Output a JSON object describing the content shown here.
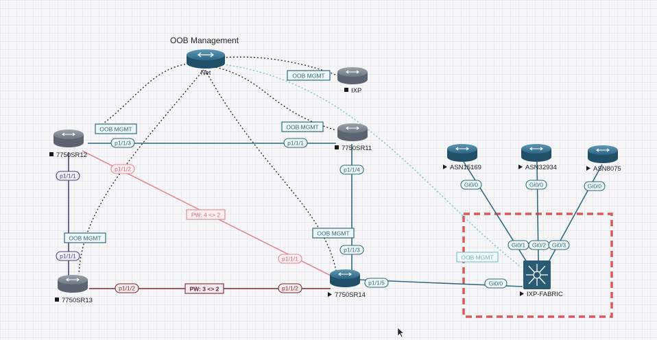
{
  "title": "OOB Management",
  "nodes": {
    "net": "Net",
    "ixp": "IXP",
    "sr12": "7750SR12",
    "sr11": "7750SR11",
    "sr13": "7750SR13",
    "sr14": "7750SR14",
    "asn1": "ASN15169",
    "asn2": "ASN32934",
    "asn3": "ASN8075",
    "fabric": "IXP-FABRIC"
  },
  "link_labels": {
    "oob_mgmt": "OOB MGMT",
    "p113": "p1/1/3",
    "p111": "p1/1/1",
    "p112": "p1/1/2",
    "p114": "p1/1/4",
    "p115": "p1/1/5",
    "pw42": "PW: 4 <> 2",
    "pw32": "PW: 3 <> 2",
    "gi00": "Gi0/0",
    "gi01": "Gi0/1",
    "gi02": "Gi0/2",
    "gi03": "Gi0/3"
  },
  "colors": {
    "router_body": "#2b5a73",
    "router_gray": "#5b6470",
    "link_teal": "#2f6a7d",
    "link_purple": "#4b3f78",
    "link_red": "#e5888f",
    "link_darkred": "#7a2a30",
    "oob_faint": "#7cc6d2",
    "zone_border": "#d65a5a"
  }
}
